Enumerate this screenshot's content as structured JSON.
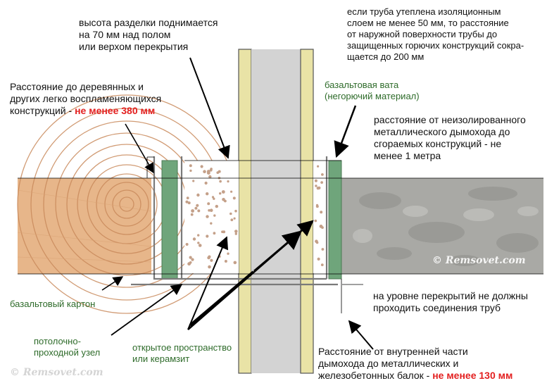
{
  "notes": {
    "raise_height": "высота разделки поднимается\n на 70 мм над полом\nили верхом перекрытия",
    "insulated_pipe": "если труба утеплена изоляционным\nслоем не менее 50 мм, то расстояние\nот наружной поверхности трубы до\nзащищенных горючих конструкций сокра-\nщается до 200 мм",
    "wood_distance_text": "Расстояние до деревянных и\nдругих легко воспламеняющихся\nконструкций - ",
    "wood_distance_red": "не менее 380 мм",
    "basalt_wool": "базальтовая вата\n(негорючий материал)",
    "uninsulated": "расстояние от неизолированного\nметаллического дымохода до\nсгораемых конструкций - не\nменее 1 метра",
    "basalt_board": "базальтовый картон",
    "joints": "на уровне перекрытий не должны\nпроходить соединения труб",
    "ceiling_unit": "потолочно-\nпроходной узел",
    "open_space": "открытое пространство\nили керамзит",
    "beams_text": "Расстояние от внутренней части\nдымохода до металлических и\nжелезобетонных балок - ",
    "beams_red": "не менее 130 мм"
  },
  "watermark": "© Remsovet.com",
  "colors": {
    "text": "#111111",
    "green_text": "#2e6b2a",
    "red_text": "#e32020",
    "basalt_board": "#6fa57b",
    "insulation": "#e9e3a6",
    "pipe": "#d3d3d3",
    "granules": "#c4a089",
    "concrete": "#a8a8a4",
    "wood": "#e8b98a"
  }
}
